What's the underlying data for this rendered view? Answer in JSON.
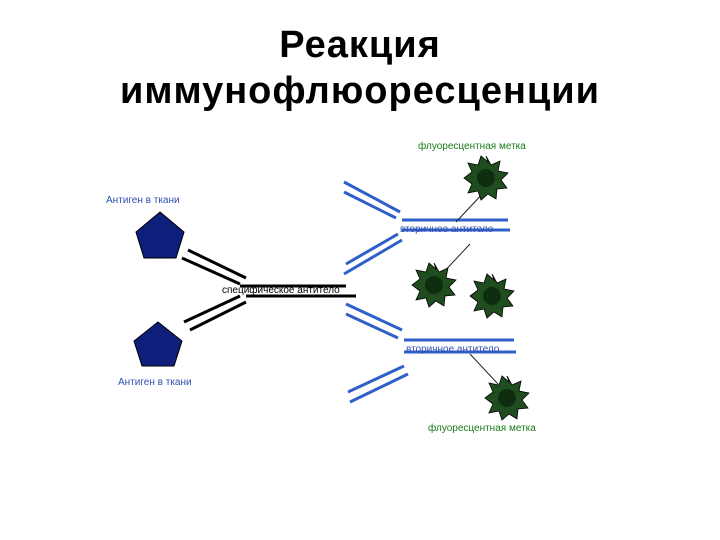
{
  "title": {
    "line1": "Реакция",
    "line2": "иммунофлюоресценции"
  },
  "diagram": {
    "labels": {
      "antigen_top": "Антиген в ткани",
      "antigen_bottom": "Антиген в ткани",
      "specific_antibody": "специфическое антитело",
      "secondary_antibody_top": "вторичное антитело",
      "secondary_antibody_bottom": "вторичное антитело",
      "fluorescent_tag_top": "флуоресцентная метка",
      "fluorescent_tag_bottom": "флуоресцентная метка"
    },
    "colors": {
      "antigen_fill": "#0d1f7a",
      "antibody_line": "#0000cc",
      "secondary_antibody_line": "#2f5fc8",
      "tag_label": "#1a7a1a",
      "star_fill": "#1f4d1f",
      "star_center": "#0f2e0f",
      "label_blue": "#2f4fb0",
      "black": "#000000"
    },
    "icons": [
      "antigen-pentagon-icon",
      "fluorescent-star-icon"
    ]
  }
}
